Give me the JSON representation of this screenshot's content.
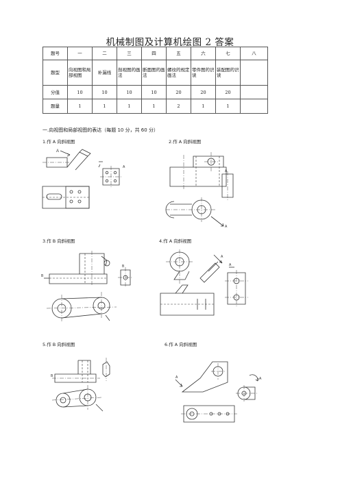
{
  "title": "机械制图及计算机绘图 2  答案",
  "score_table": {
    "rows": [
      [
        "题号",
        "一",
        "二",
        "三",
        "四",
        "五",
        "六",
        "七",
        "八"
      ],
      [
        "题型",
        "向视图和局部视图",
        "补漏线",
        "剖视图的画法",
        "断面图的画法",
        "螺纹的规定画法",
        "零件图的识读",
        "装配图的识读",
        ""
      ],
      [
        "分值",
        "10",
        "10",
        "10",
        "10",
        "20",
        "20",
        "20",
        ""
      ],
      [
        "题量",
        "1",
        "1",
        "1",
        "1",
        "2",
        "1",
        "1",
        ""
      ]
    ]
  },
  "section_heading": "一.向视图和局部视图的表达（每题 10 分，共 60 分）",
  "problems": [
    {
      "caption": "1.作 A 向斜视图"
    },
    {
      "caption": "2.作 A 向斜视图"
    },
    {
      "caption": "3.作 B 向斜视图"
    },
    {
      "caption": "4.作 A 向斜视图"
    },
    {
      "caption": "5.作 B 向斜视图"
    },
    {
      "caption": "6.作 A 向斜视图"
    }
  ],
  "view_labels": {
    "a": "A",
    "b": "B"
  }
}
